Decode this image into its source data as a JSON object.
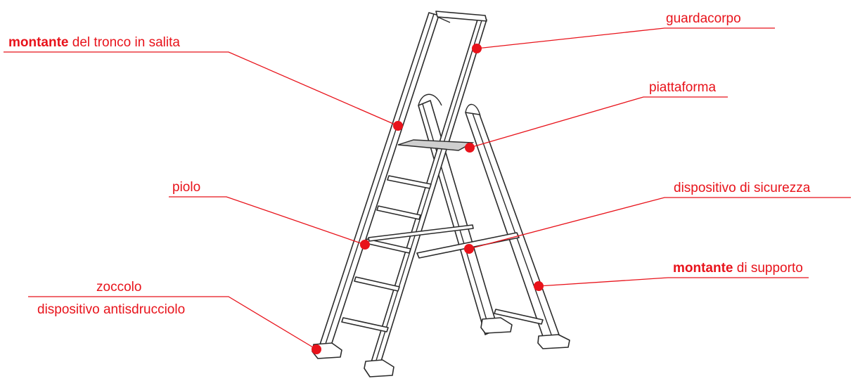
{
  "labels": {
    "montante_salita": {
      "bold": "montante",
      "rest": " del tronco in salita"
    },
    "guardacorpo": "guardacorpo",
    "piattaforma": "piattaforma",
    "piolo": "piolo",
    "dispositivo_sicurezza": "dispositivo di sicurezza",
    "montante_supporto": {
      "bold": "montante",
      "rest": " di supporto"
    },
    "zoccolo": "zoccolo",
    "antisdrucciolo": "dispositivo antisdrucciolo"
  },
  "colors": {
    "accent": "#e8131b",
    "line": "#2b2b2b",
    "platform": "#cfcfcf"
  }
}
